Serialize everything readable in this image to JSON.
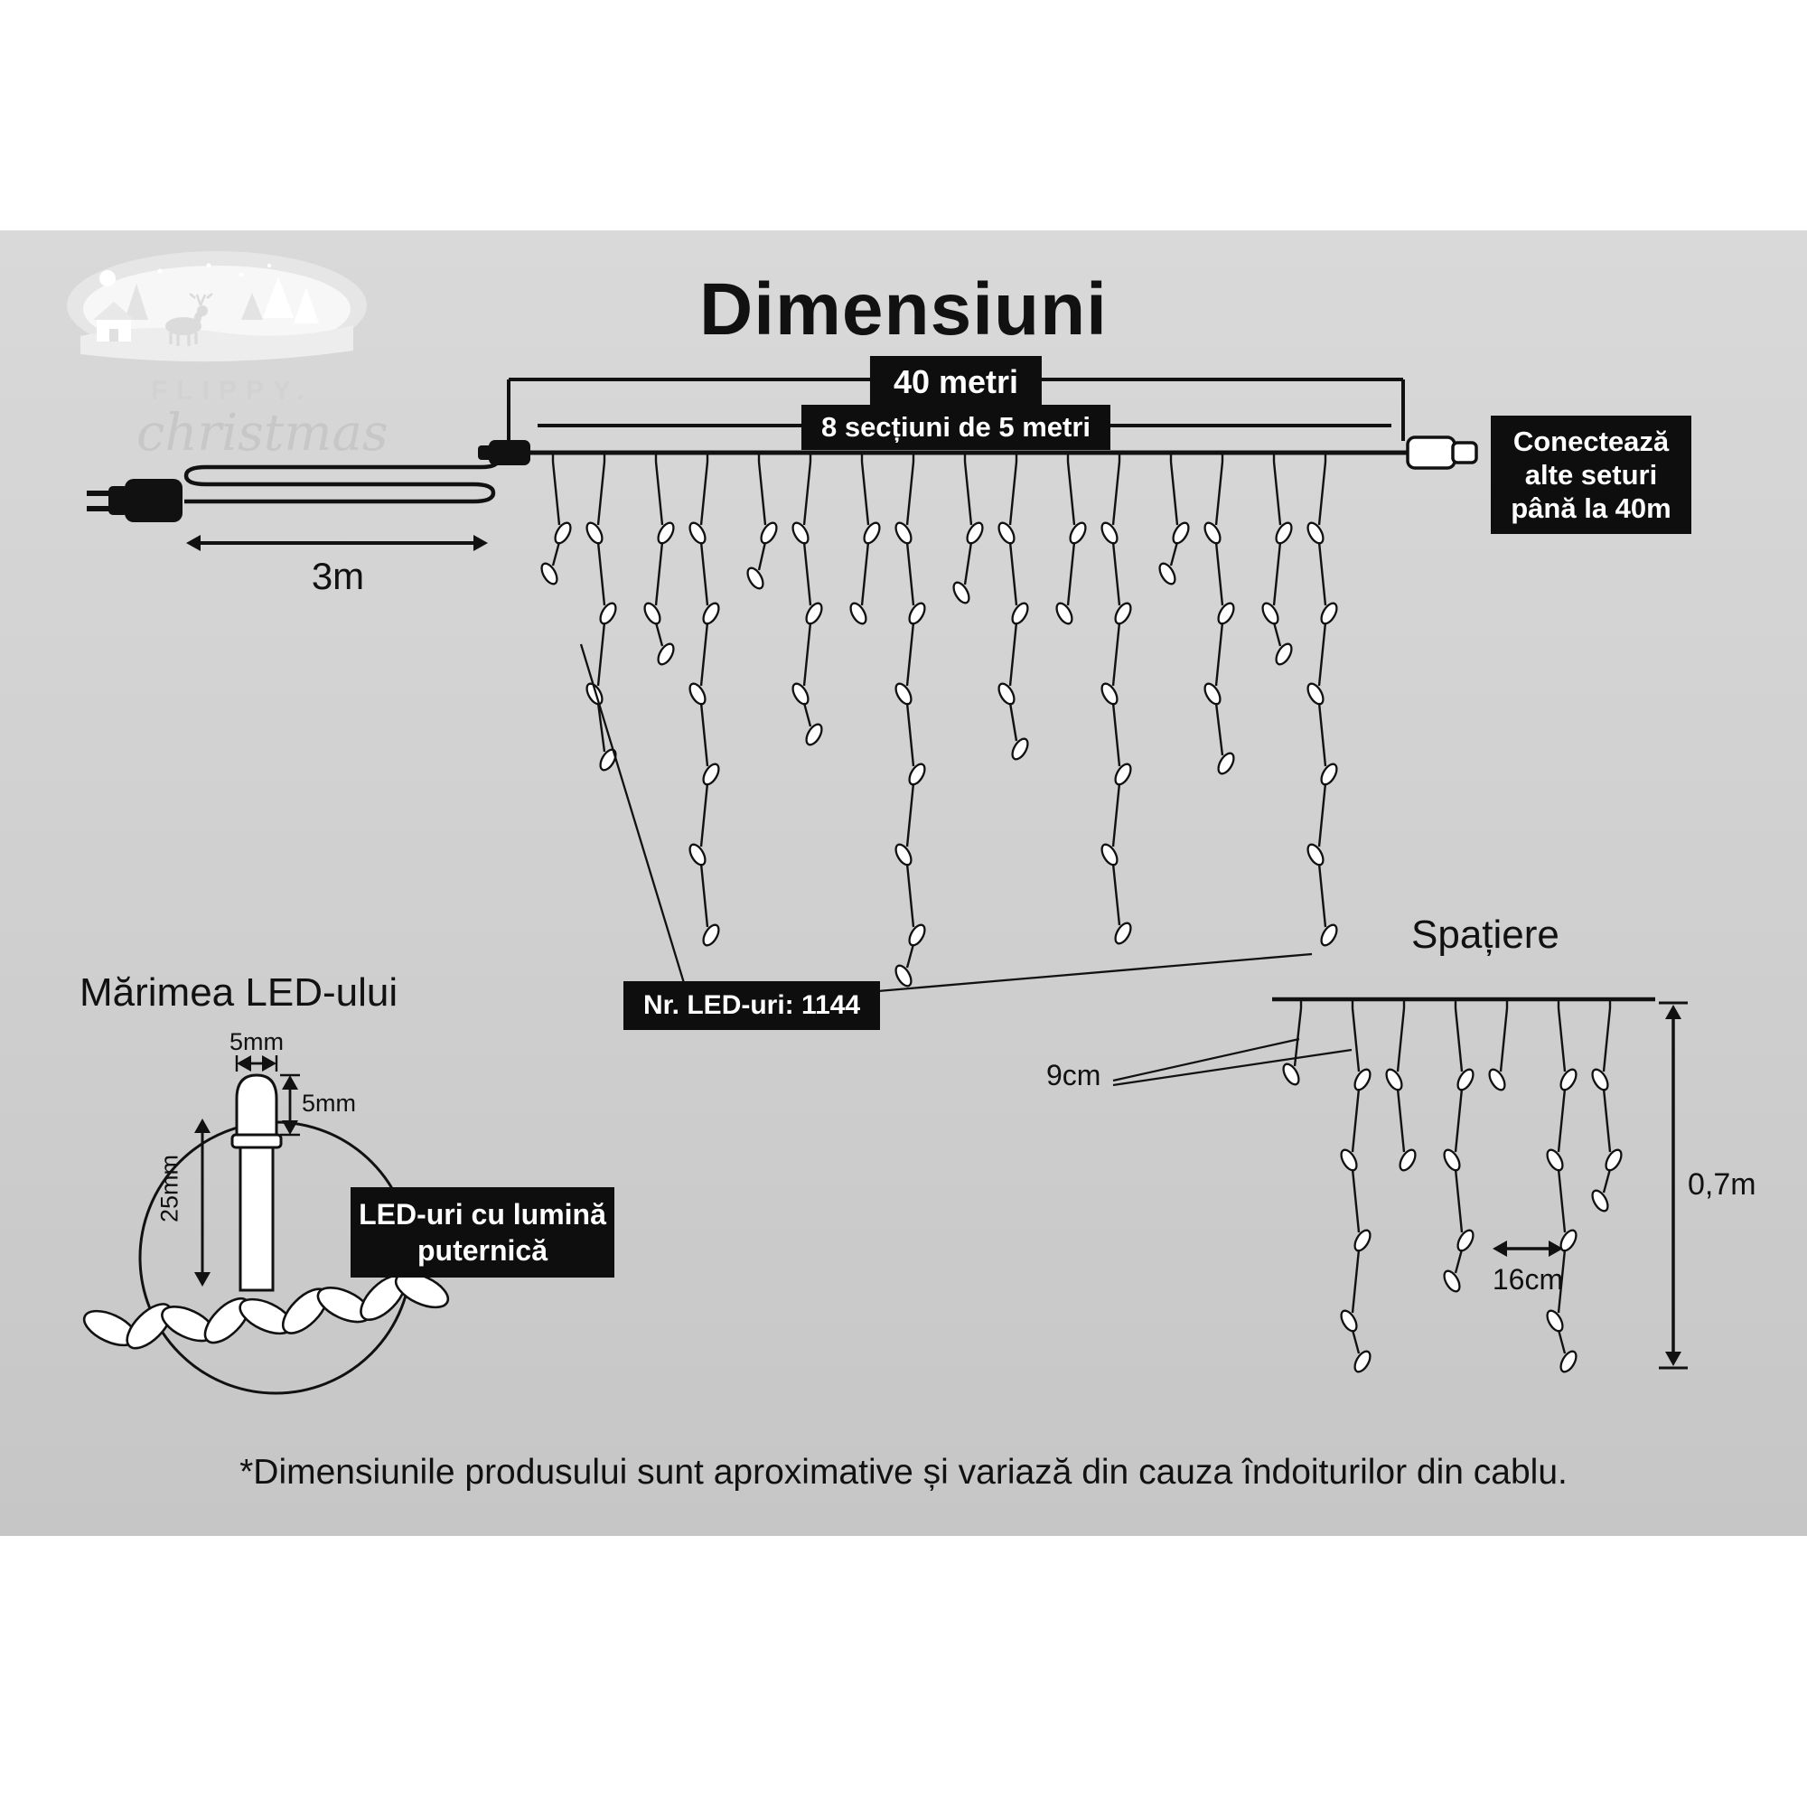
{
  "title": "Dimensiuni",
  "logo": {
    "brand": "FLIPPY.",
    "script": "christmas"
  },
  "measurements": {
    "total_length": "40 metri",
    "sections": "8 secțiuni de 5 metri",
    "lead_length": "3m",
    "connect_note": "Conectează alte seturi până la 40m",
    "led_count": "Nr. LED-uri: 1144",
    "drop_spacing": "9cm",
    "led_spacing": "16cm",
    "drop_height": "0,7m"
  },
  "led_detail": {
    "section_title": "Mărimea LED-ului",
    "cap_width": "5mm",
    "cap_height": "5mm",
    "total_height": "25mm",
    "bright_note": "LED-uri cu lumină puternică"
  },
  "spacing_section_title": "Spațiere",
  "footnote": "*Dimensiunile produsului sunt aproximative și variază din cauza îndoiturilor din cablu.",
  "colors": {
    "ink": "#111111",
    "label_bg": "#0e0e0e",
    "label_text": "#ffffff",
    "band_top": "#d9d9d9",
    "band_bottom": "#c6c6c6"
  }
}
